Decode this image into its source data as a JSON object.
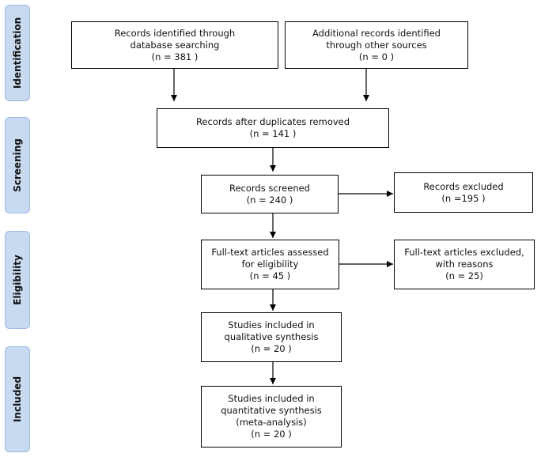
{
  "phases": {
    "identification": "Identification",
    "screening": "Screening",
    "eligibility": "Eligibility",
    "included": "Included"
  },
  "boxes": {
    "db_search": {
      "line1": "Records identified through",
      "line2": "database searching",
      "line3": "(n = 381  )"
    },
    "other_sources": {
      "line1": "Additional records identified",
      "line2": "through other sources",
      "line3": "(n =  0 )"
    },
    "after_duplicates": {
      "line1": "Records after duplicates removed",
      "line2": "(n = 141 )"
    },
    "screened": {
      "line1": "Records screened",
      "line2": "(n = 240  )"
    },
    "excluded": {
      "line1": "Records excluded",
      "line2": "(n =195  )"
    },
    "fulltext_assessed": {
      "line1": "Full-text articles assessed",
      "line2": "for eligibility",
      "line3": "(n = 45 )"
    },
    "fulltext_excluded": {
      "line1": "Full-text articles excluded,",
      "line2": "with reasons",
      "line3": "(n = 25)"
    },
    "qualitative": {
      "line1": "Studies included in",
      "line2": "qualitative synthesis",
      "line3": "(n = 20  )"
    },
    "quantitative": {
      "line1": "Studies included in",
      "line2": "quantitative synthesis",
      "line3": "(meta-analysis)",
      "line4": "(n =  20 )"
    }
  }
}
